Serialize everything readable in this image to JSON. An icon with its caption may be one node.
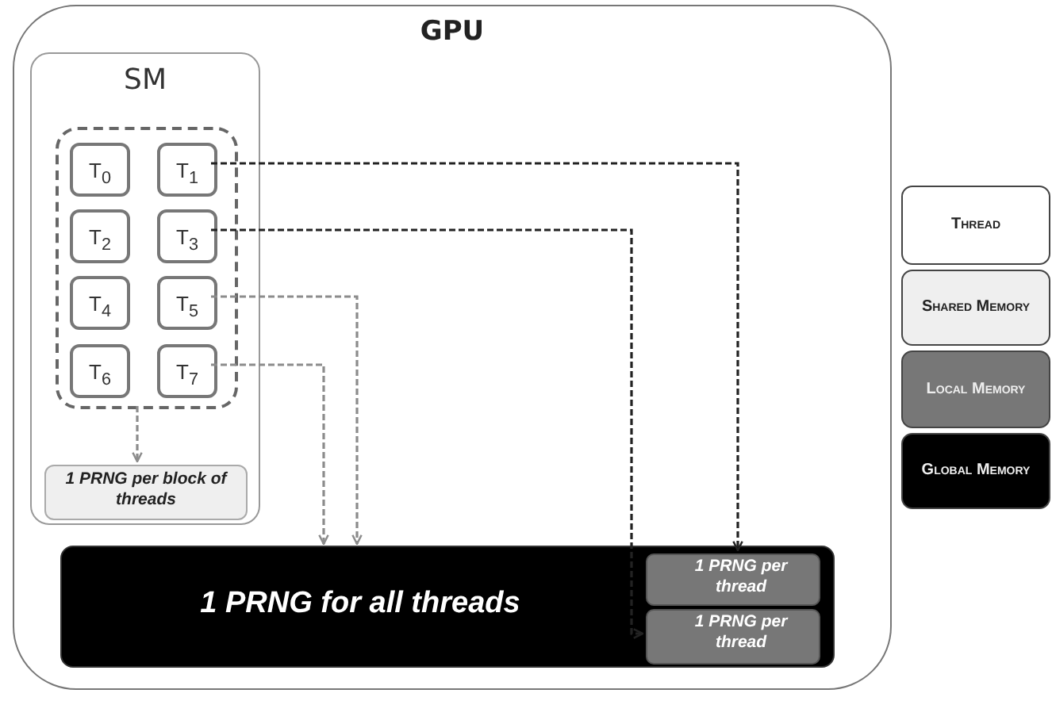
{
  "diagram": {
    "nodes": [
      {
        "text": [
          "GPU"
        ]
      },
      {
        "text": [
          "SM"
        ],
        "in": 0
      },
      {
        "text": [],
        "shape": "box",
        "in": 1
      },
      {
        "text": [
          "T$_{0}$"
        ],
        "in": 2
      },
      {
        "text": [
          "T$_{1}$"
        ],
        "in": 2
      },
      {
        "text": [
          "T$_{2}$"
        ],
        "in": 2
      },
      {
        "text": [
          "T$_{3}$"
        ],
        "in": 2
      },
      {
        "text": [
          "T$_{4}$"
        ],
        "in": 2
      },
      {
        "text": [
          "T$_{5}$"
        ],
        "in": 2
      },
      {
        "text": [
          "T$_{6}$"
        ],
        "in": 2
      },
      {
        "text": [
          "T$_{7}$"
        ],
        "in": 2
      },
      {
        "text": [
          "1 PRNG per block of threads"
        ],
        "in": 1
      },
      {
        "text": [
          "1 PRNG for all threads"
        ],
        "in": 0
      },
      {
        "text": [
          "1 PRNG per thread"
        ],
        "in": 12
      },
      {
        "text": [
          "1 PRNG per thread"
        ],
        "in": 12
      }
    ],
    "edges": [
      {
        "from": 2,
        "to": 11,
        "arrow": "to",
        "style": "dashed"
      },
      {
        "from": 4,
        "to": 13,
        "arrow": "to",
        "style": "dashed",
        "color": "#222222"
      },
      {
        "from": 6,
        "to": 14,
        "arrow": "to",
        "style": "dashed",
        "color": "#222222"
      },
      {
        "from": 8,
        "to": 12,
        "arrow": "to",
        "style": "dashed"
      },
      {
        "from": 10,
        "to": 12,
        "arrow": "to",
        "style": "dashed"
      }
    ],
    "legend": [
      {
        "text": "Thread",
        "color": "#ffffff"
      },
      {
        "text": "Shared Memory",
        "color": "#efefef"
      },
      {
        "text": "Local Memory",
        "color": "#777777"
      },
      {
        "text": "Global Memory",
        "color": "#000000"
      }
    ]
  }
}
